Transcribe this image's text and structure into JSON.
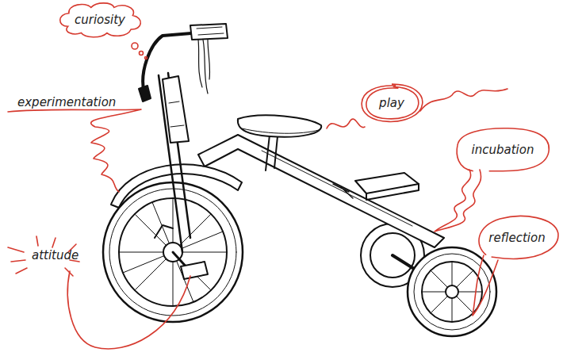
{
  "diagram": {
    "nodes": [
      {
        "text": [
          "curiosity"
        ]
      },
      {
        "text": [
          "play"
        ]
      },
      {
        "text": [
          "incubation"
        ]
      },
      {
        "text": [
          "reflection"
        ]
      }
    ],
    "labels": [
      "experimentation",
      "attitude"
    ]
  }
}
